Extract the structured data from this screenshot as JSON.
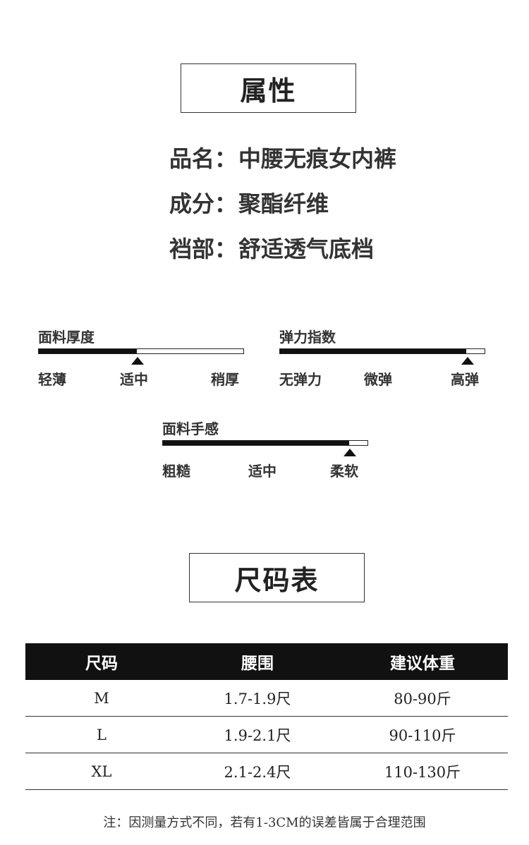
{
  "attributes": {
    "heading": "属性",
    "rows": [
      {
        "key": "品名",
        "sep": "：",
        "value": "中腰无痕女内裤"
      },
      {
        "key": "成分",
        "sep": "：",
        "value": "聚酯纤维"
      },
      {
        "key": "裆部",
        "sep": "：",
        "value": "舒适透气底档"
      }
    ]
  },
  "gauges": [
    {
      "title": "面料厚度",
      "labels": [
        "轻薄",
        "适中",
        "稍厚"
      ],
      "selected": "适中",
      "level": 0.48
    },
    {
      "title": "弹力指数",
      "labels": [
        "无弹力",
        "微弹",
        "高弹"
      ],
      "selected": "高弹",
      "level": 0.91
    },
    {
      "title": "面料手感",
      "labels": [
        "粗糙",
        "适中",
        "柔软"
      ],
      "selected": "柔软",
      "level": 0.91
    }
  ],
  "size_chart": {
    "heading": "尺码表",
    "columns": [
      "尺码",
      "腰围",
      "建议体重"
    ],
    "rows": [
      [
        "M",
        "1.7-1.9尺",
        "80-90斤"
      ],
      [
        "L",
        "1.9-2.1尺",
        "90-110斤"
      ],
      [
        "XL",
        "2.1-2.4尺",
        "110-130斤"
      ]
    ]
  },
  "note": "注：因测量方式不同，若有1-3CM的误差皆属于合理范围"
}
